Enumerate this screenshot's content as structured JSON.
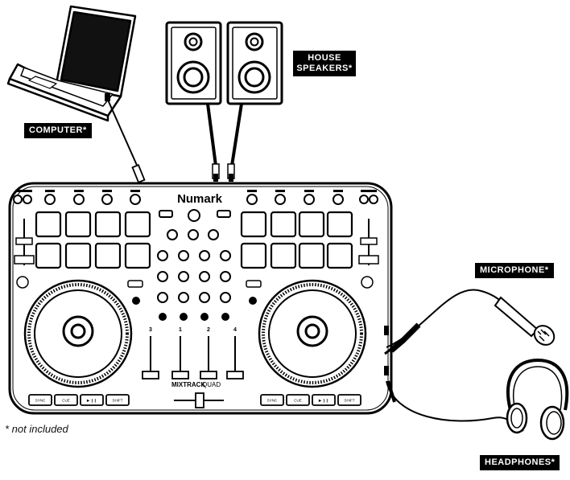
{
  "labels": {
    "computer": "COMPUTER*",
    "house_speakers_line1": "HOUSE",
    "house_speakers_line2": "SPEAKERS*",
    "microphone": "MICROPHONE*",
    "headphones": "HEADPHONES*"
  },
  "footnote": "* not included",
  "controller": {
    "brand": "Numark",
    "model_main": "MIXTRACK",
    "model_sub": "QUAD",
    "channel_numbers": [
      "3",
      "1",
      "2",
      "4"
    ],
    "transport_left": [
      "SYNC",
      "CUE",
      "▶ ❙❙",
      "SHIFT"
    ],
    "transport_right": [
      "SYNC",
      "CUE",
      "▶ ❙❙",
      "SHIFT"
    ]
  },
  "colors": {
    "ink": "#000000",
    "paper": "#ffffff",
    "label_bg": "#000000"
  }
}
